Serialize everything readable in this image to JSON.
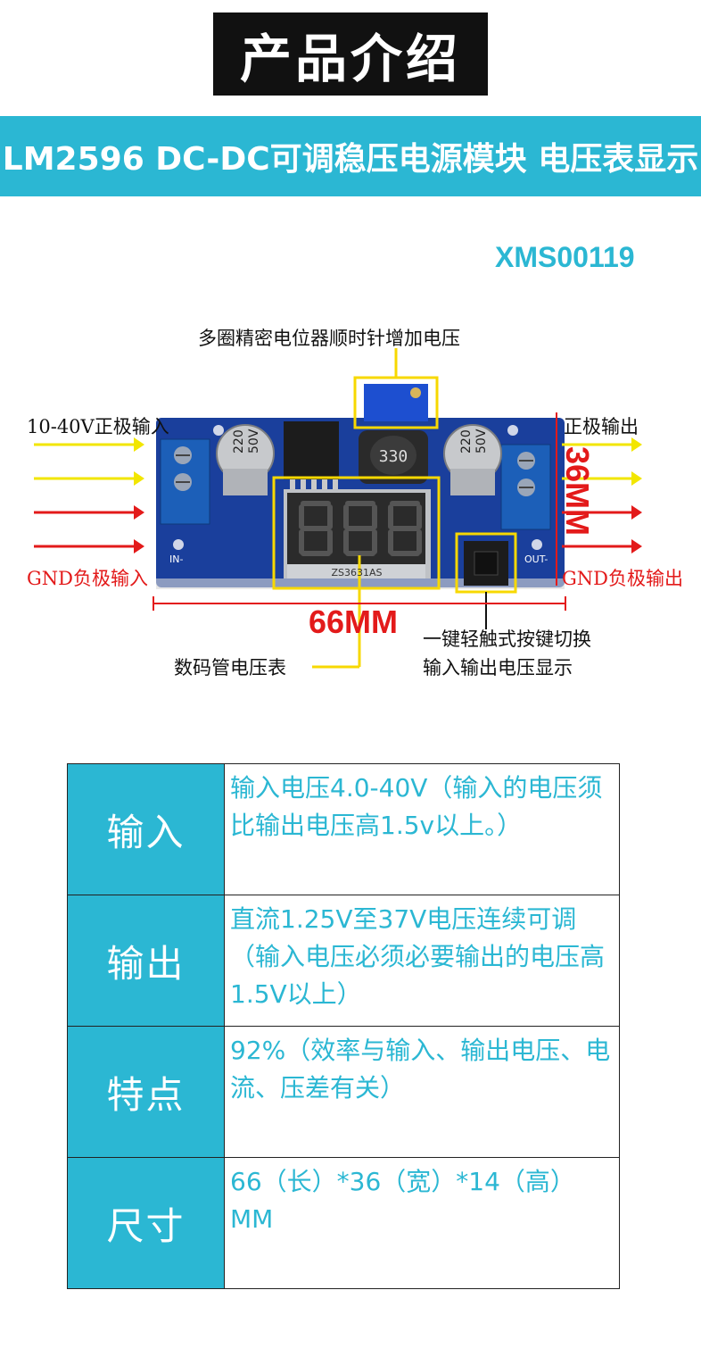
{
  "header": {
    "title": "产品介绍",
    "banner": "LM2596 DC-DC可调稳压电源模块 电压表显示",
    "model_code": "XMS00119"
  },
  "diagram": {
    "potentiometer_label": "多圈精密电位器顺时针增加电压",
    "input_positive_label": "10-40V正极输入",
    "output_positive_label": "正极输出",
    "input_gnd_label": "GND负极输入",
    "output_gnd_label": "GND负极输出",
    "width_dim": "66MM",
    "height_dim": "36MM",
    "display_label": "数码管电压表",
    "button_label_1": "一键轻触式按键切换",
    "button_label_2": "输入输出电压显示",
    "board": {
      "inductor_mark": "330",
      "cap_left": "220 50V",
      "cap_right": "220 50V",
      "display_digits": "8.8.8",
      "display_model": "ZS3631AS",
      "in_mark": "IN-",
      "out_mark": "OUT-"
    },
    "colors": {
      "board": "#1a3f9c",
      "arrow_yellow": "#f2e600",
      "arrow_red": "#e31a1a",
      "highlight": "#f7d800"
    }
  },
  "specs": [
    {
      "key": "输入",
      "value": "输入电压4.0-40V（输入的电压须比输出电压高1.5v以上。）"
    },
    {
      "key": "输出",
      "value": "直流1.25V至37V电压连续可调（输入电压必须必要输出的电压高1.5V以上）"
    },
    {
      "key": "特点",
      "value": "92%（效率与输入、输出电压、电流、压差有关）"
    },
    {
      "key": "尺寸",
      "value": "66（长）*36（宽）*14（高）MM"
    }
  ]
}
